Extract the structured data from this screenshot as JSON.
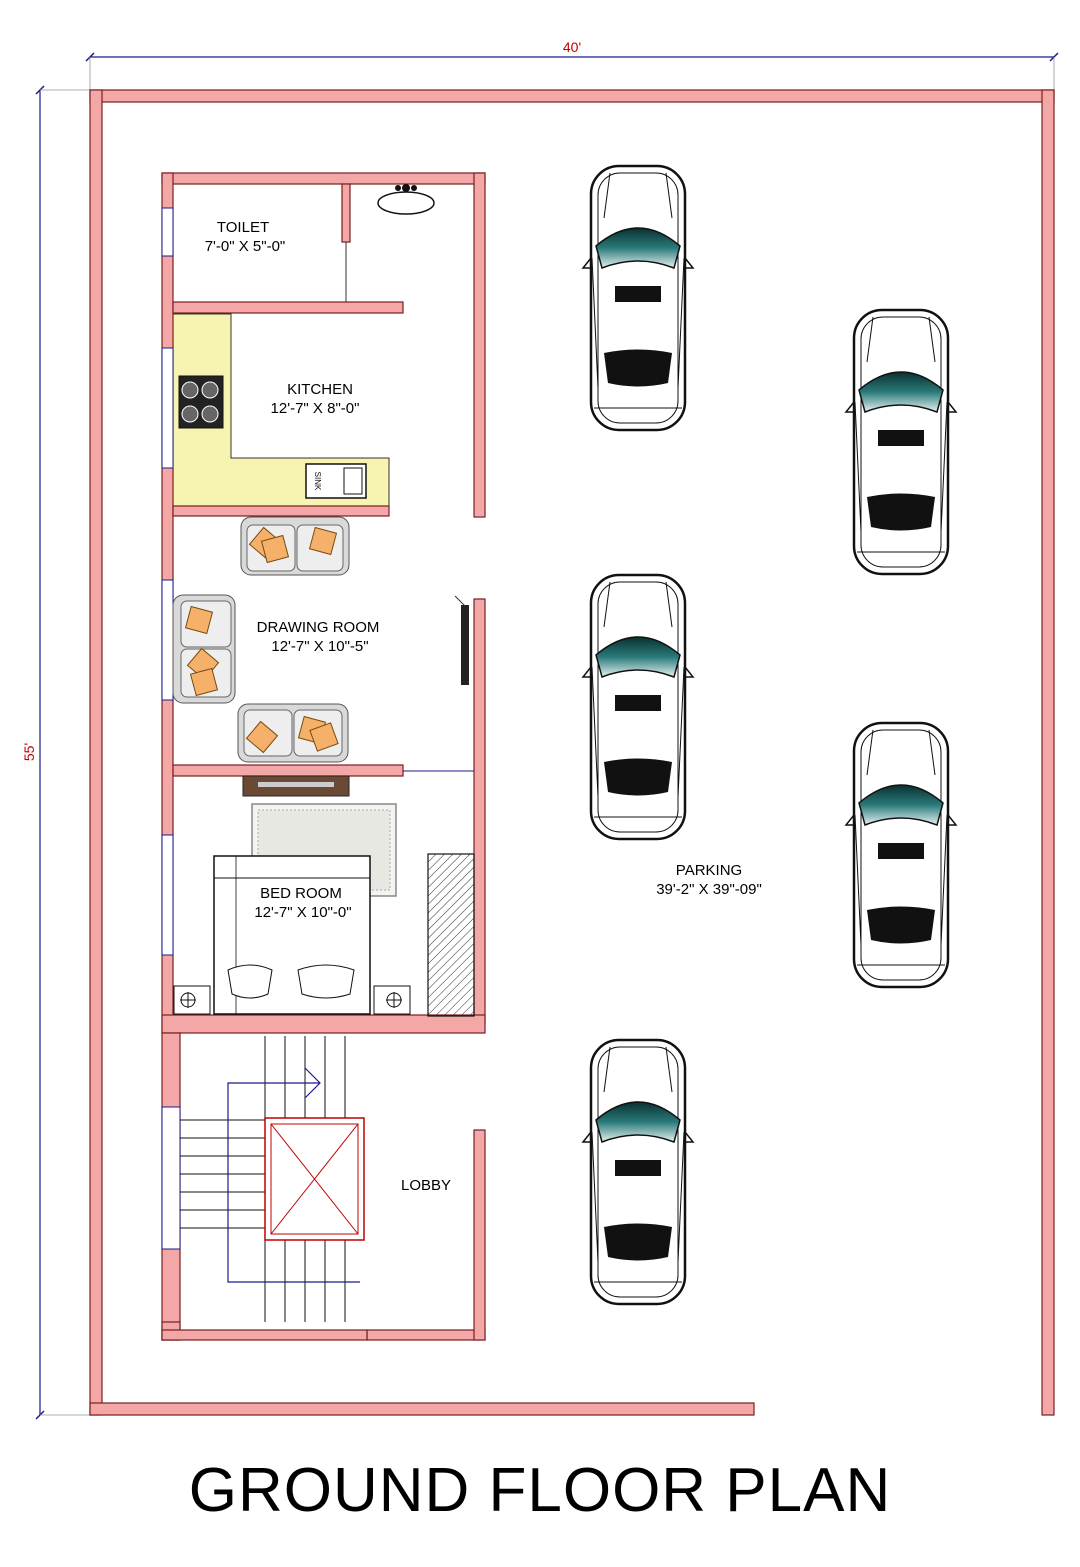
{
  "dimensions": {
    "width": "40'",
    "depth": "55'"
  },
  "rooms": {
    "toilet": {
      "name": "TOILET",
      "size": "7'-0\" X 5\"-0\""
    },
    "kitchen": {
      "name": "KITCHEN",
      "size": "12'-7\" X 8\"-0\""
    },
    "drawing": {
      "name": "DRAWING ROOM",
      "size": "12'-7\" X 10\"-5\""
    },
    "bed": {
      "name": "BED ROOM",
      "size": "12'-7\" X 10\"-0\""
    },
    "lobby": {
      "name": "LOBBY"
    },
    "parking": {
      "name": "PARKING",
      "size": "39'-2\" X 39\"-09\""
    }
  },
  "fixtures": {
    "sink_label": "SINK"
  },
  "title": "GROUND FLOOR PLAN",
  "colors": {
    "wall": "#f4a7a7",
    "wall_edge": "#7a1f1f",
    "kitchen_counter": "#f7f3b0",
    "dimension_line": "#1a1a8c",
    "dimension_text": "#c00000",
    "car_glass": "#1f6b6b",
    "cushion": "#f5b06a"
  }
}
